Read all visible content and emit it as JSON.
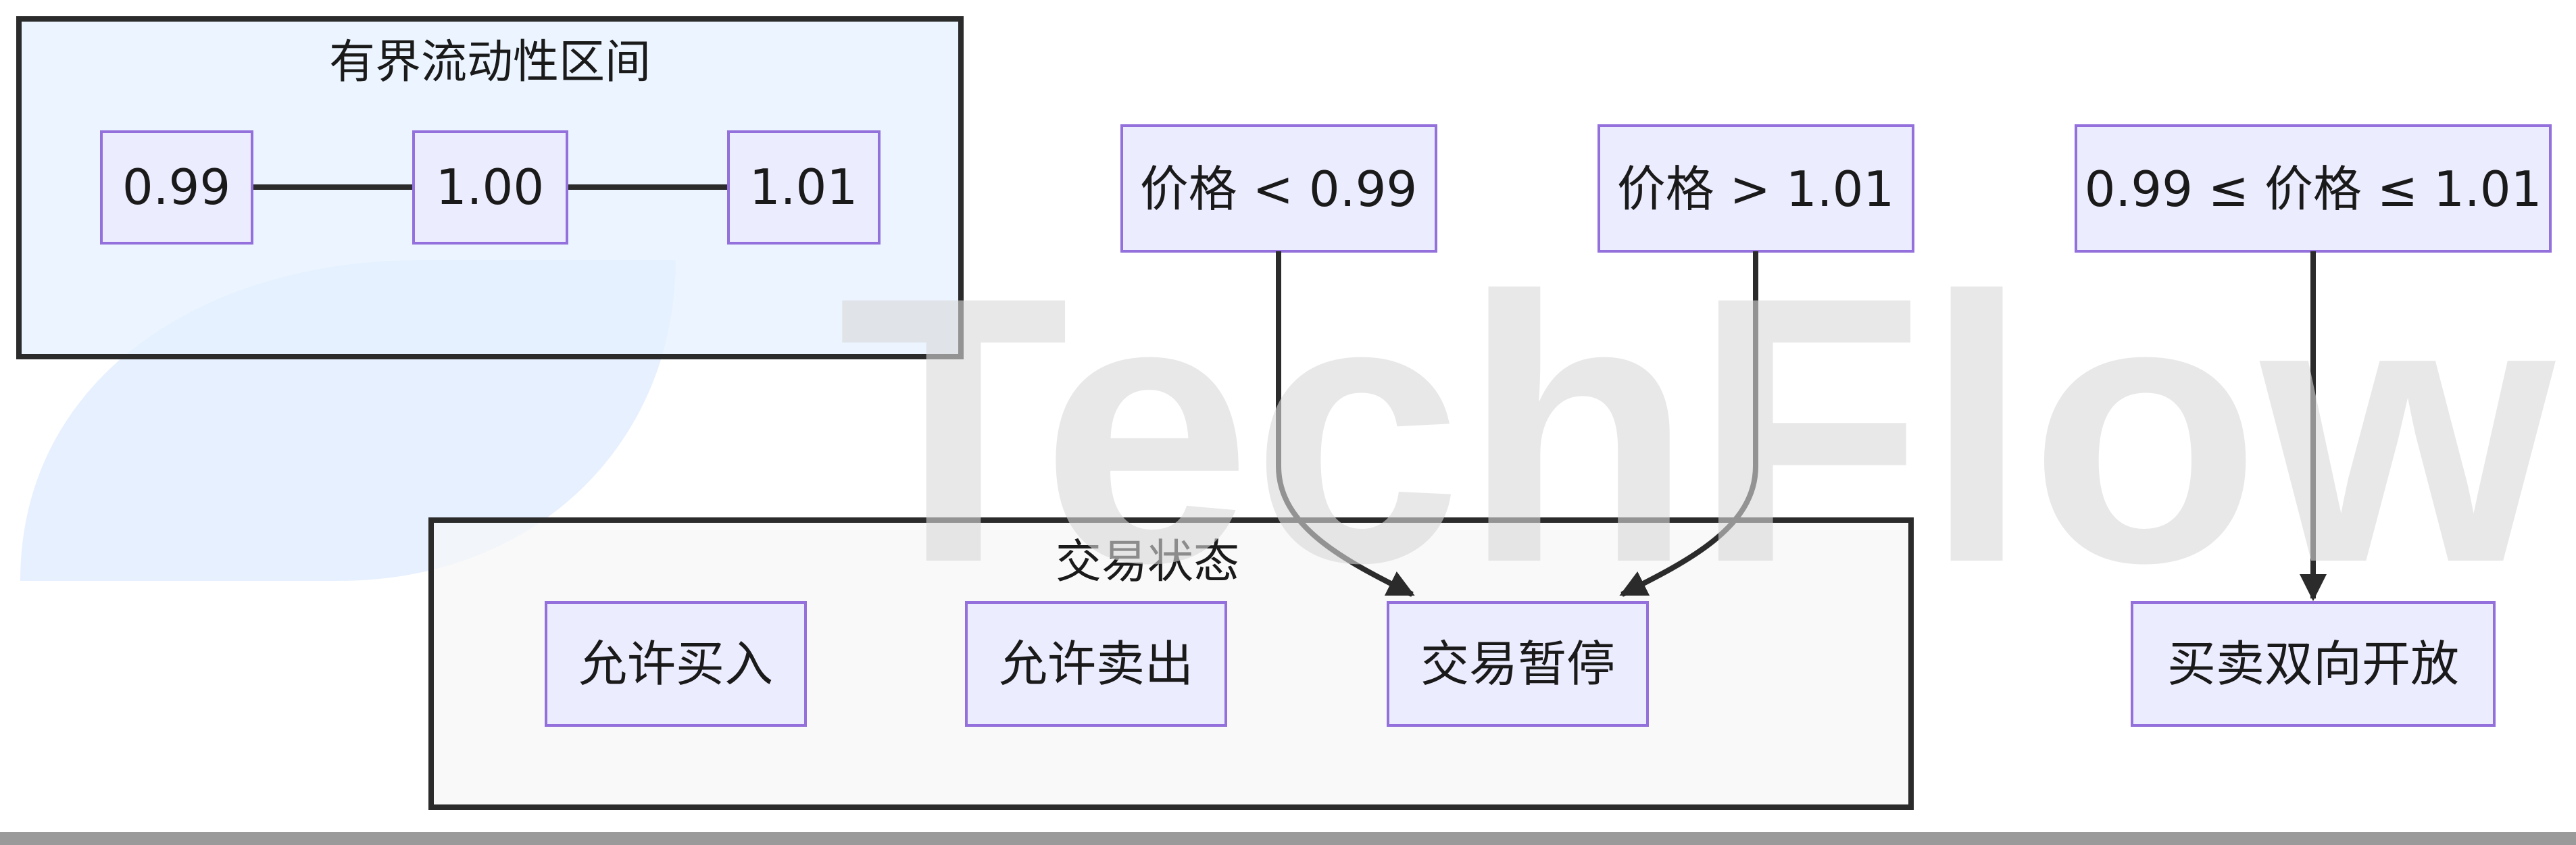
{
  "watermark": {
    "text": "TechFlow"
  },
  "liquidity_range": {
    "title": "有界流动性区间",
    "points": [
      "0.99",
      "1.00",
      "1.01"
    ]
  },
  "conditions": {
    "below": "价格 < 0.99",
    "above": "价格 > 1.01",
    "within": "0.99 ≤ 价格 ≤ 1.01"
  },
  "trade_state": {
    "title": "交易状态",
    "allow_buy": "允许买入",
    "allow_sell": "允许卖出",
    "paused": "交易暂停"
  },
  "result": {
    "open_both": "买卖双向开放"
  },
  "colors": {
    "node_fill": "#ececff",
    "node_stroke": "#9370db",
    "range_group_fill": "#e6f1ff",
    "state_group_fill": "#f7f7f7",
    "edge": "#2b2b2b",
    "watermark_shape": "#b8d4fb"
  }
}
